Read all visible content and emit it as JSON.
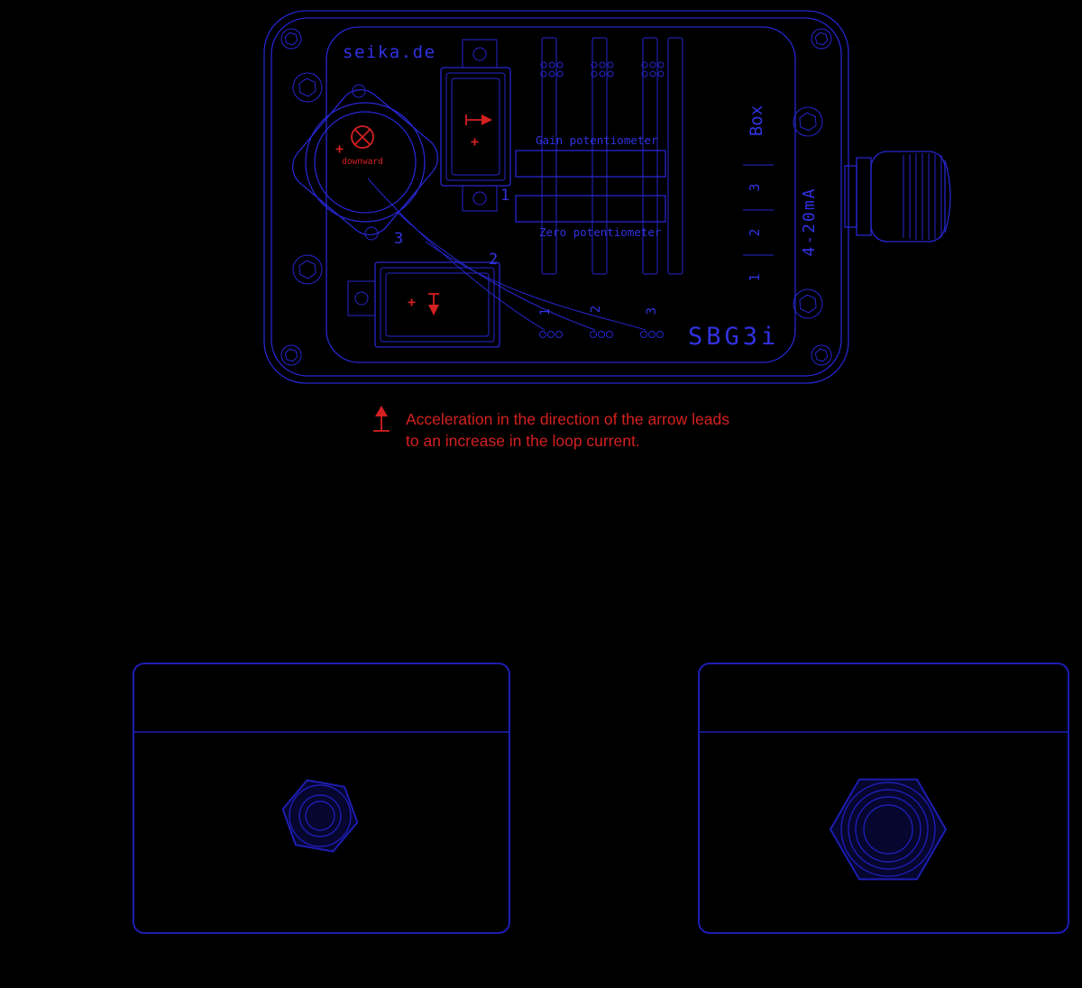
{
  "colors": {
    "background": "#000000",
    "line_blue": "#2626cf",
    "text_blue": "#3232e2",
    "dark_blue": "#1d1db2",
    "red": "#d42020"
  },
  "main_view": {
    "brand": "seika.de",
    "model": "SBG3i",
    "plus": "+",
    "downward_label": "downward",
    "sensor_ids": [
      "1",
      "2",
      "3"
    ],
    "gain_pot_label": "Gain potentiometer",
    "zero_pot_label": "Zero potentiometer",
    "box_label": "Box",
    "output_label": "4-20mA",
    "terminal_scale": [
      "3",
      "2",
      "1"
    ],
    "pin_labels": [
      "1",
      "2",
      "3"
    ]
  },
  "annotation": {
    "line1": "Acceleration in the direction of the arrow leads",
    "line2": "to an increase in the loop current."
  }
}
